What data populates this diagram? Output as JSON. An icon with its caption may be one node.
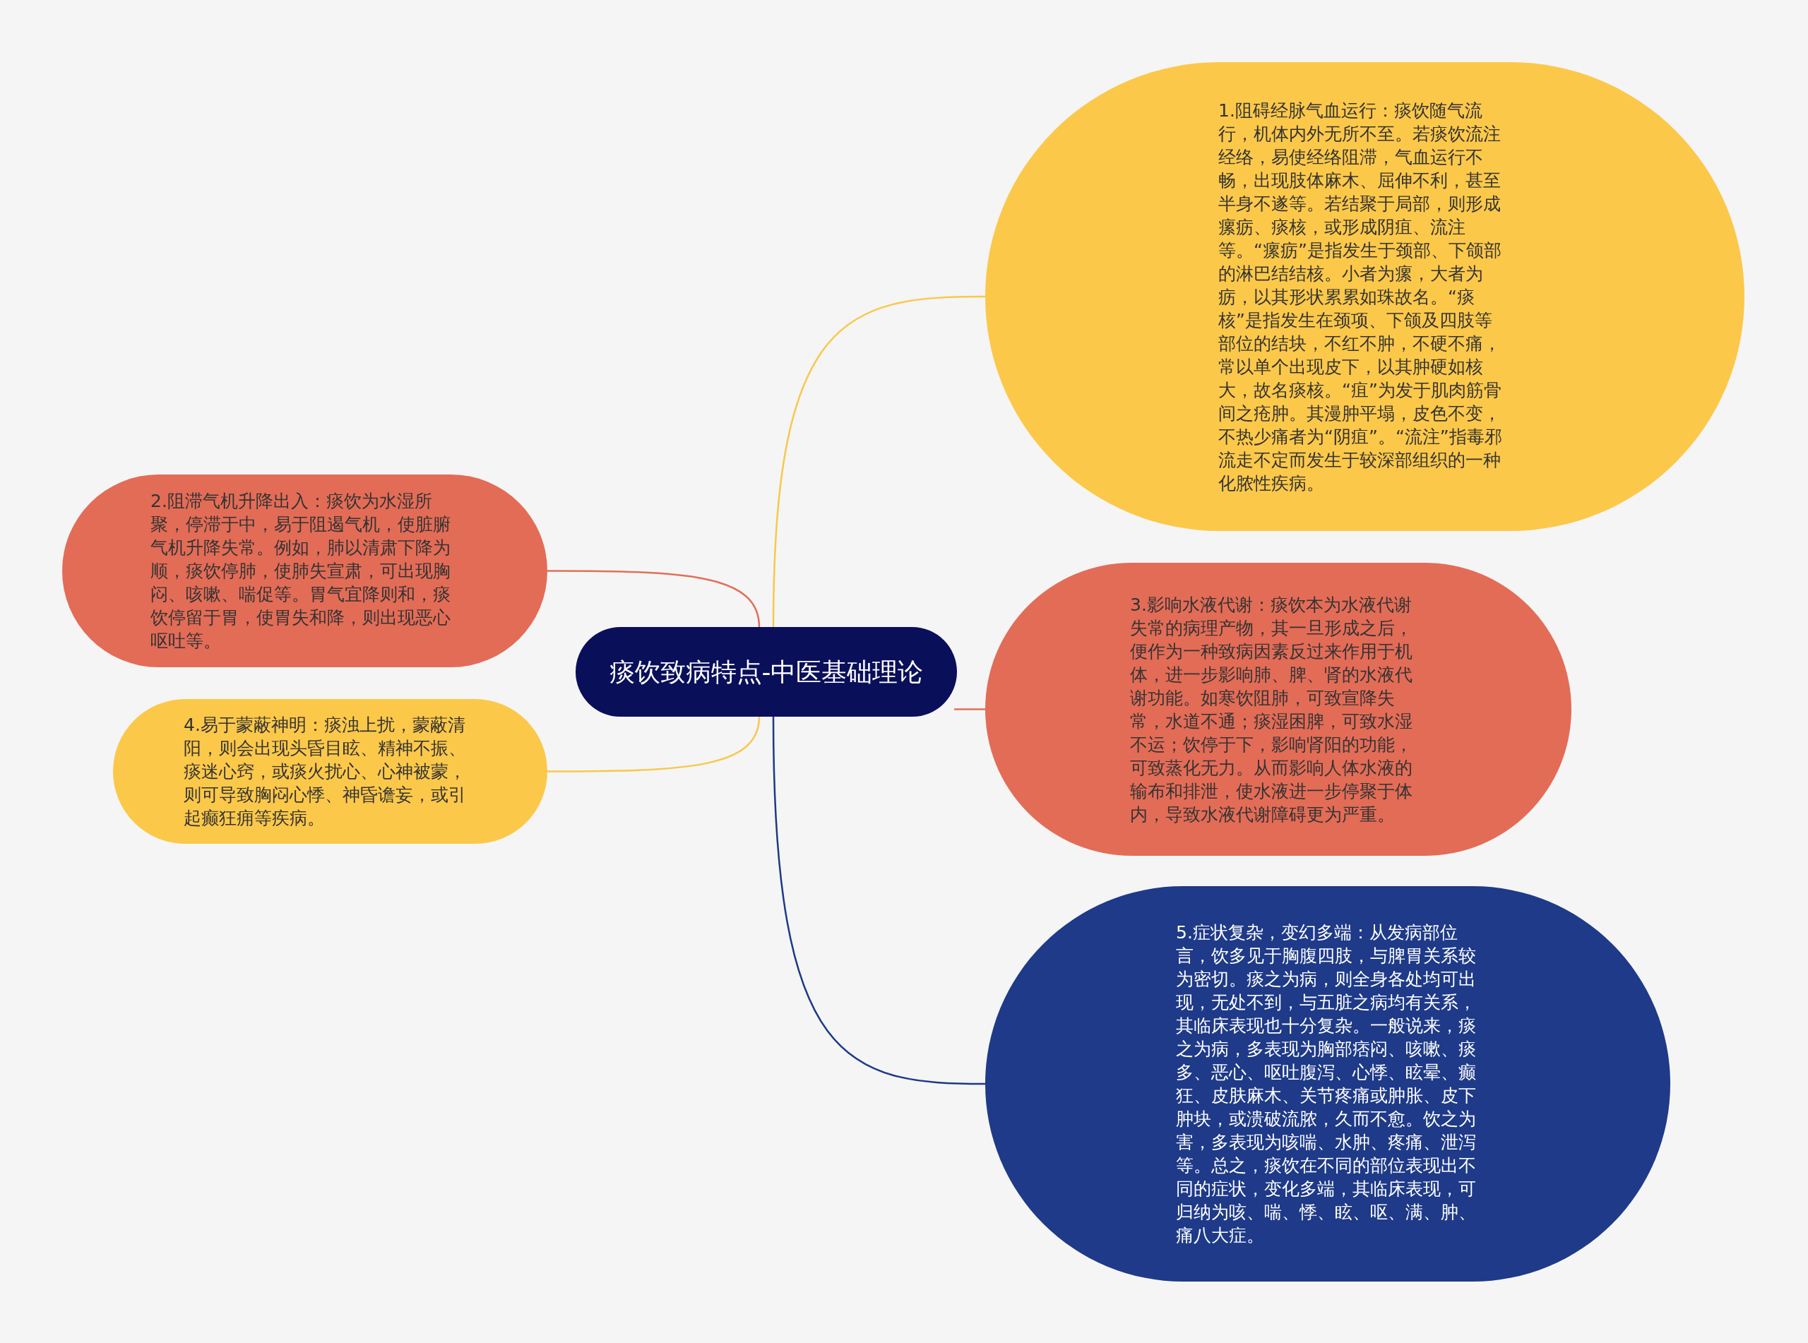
{
  "diagram": {
    "nodes": [
      {
        "text": [
          "痰饮致病特点-中医基础理论"
        ]
      },
      {
        "text": [
          "1.阻碍经脉气血运行：痰饮随气流行，机体内外无所不至。若痰饮流注经络，易使经络阻滞，气血运行不畅，出现肢体麻木、屈伸不利，甚至半身不遂等。若结聚于局部，则形成瘰疬、痰核，或形成阴疽、流注等。“瘰疬”是指发生于颈部、下颌部的淋巴结结核。小者为瘰，大者为疬，以其形状累累如珠故名。“痰核”是指发生在颈项、下颌及四肢等部位的结块，不红不肿，不硬不痛，常以单个出现皮下，以其肿硬如核大，故名痰核。“疽”为发于肌肉筋骨间之疮肿。其漫肿平塌，皮色不变，不热少痛者为“阴疽”。“流注”指毒邪流走不定而发生于较深部组织的一种化脓性疾病。"
        ]
      },
      {
        "text": [
          "2.阻滞气机升降出入：痰饮为水湿所聚，停滞于中，易于阻遏气机，使脏腑气机升降失常。例如，肺以清肃下降为顺，痰饮停肺，使肺失宣肃，可出现胸闷、咳嗽、喘促等。胃气宜降则和，痰饮停留于胃，使胃失和降，则出现恶心呕吐等。"
        ]
      },
      {
        "text": [
          "3.影响水液代谢：痰饮本为水液代谢失常的病理产物，其一旦形成之后，便作为一种致病因素反过来作用于机体，进一步影响肺、脾、肾的水液代谢功能。如寒饮阻肺，可致宣降失常，水道不通；痰湿困脾，可致水湿不运；饮停于下，影响肾阳的功能，可致蒸化无力。从而影响人体水液的输布和排泄，使水液进一步停聚于体内，导致水液代谢障碍更为严重。"
        ]
      },
      {
        "text": [
          "4.易于蒙蔽神明：痰浊上扰，蒙蔽清阳，则会出现头昏目眩、精神不振、痰迷心窍，或痰火扰心、心神被蒙，则可导致胸闷心悸、神昏谵妄，或引起癫狂痈等疾病。"
        ]
      },
      {
        "text": [
          "5.症状复杂，变幻多端：从发病部位言，饮多见于胸腹四肢，与脾胃关系较为密切。痰之为病，则全身各处均可出现，无处不到，与五脏之病均有关系，其临床表现也十分复杂。一般说来，痰之为病，多表现为胸部痞闷、咳嗽、痰多、恶心、呕吐腹泻、心悸、眩晕、癫狂、皮肤麻木、关节疼痛或肿胀、皮下肿块，或溃破流脓，久而不愈。饮之为害，多表现为咳喘、水肿、疼痛、泄泻等。总之，痰饮在不同的部位表现出不同的症状，变化多端，其临床表现，可归纳为咳、喘、悸、眩、呕、满、肿、痛八大症。"
        ]
      }
    ],
    "edges": [
      {
        "from": 0,
        "to": 1,
        "arrow": "none",
        "color": "#f8c84a"
      },
      {
        "from": 0,
        "to": 2,
        "arrow": "none",
        "color": "#e0705a"
      },
      {
        "from": 0,
        "to": 3,
        "arrow": "none",
        "color": "#e0705a"
      },
      {
        "from": 0,
        "to": 4,
        "arrow": "none",
        "color": "#f8c84a"
      },
      {
        "from": 0,
        "to": 5,
        "arrow": "none",
        "color": "#1d3a86"
      }
    ]
  }
}
